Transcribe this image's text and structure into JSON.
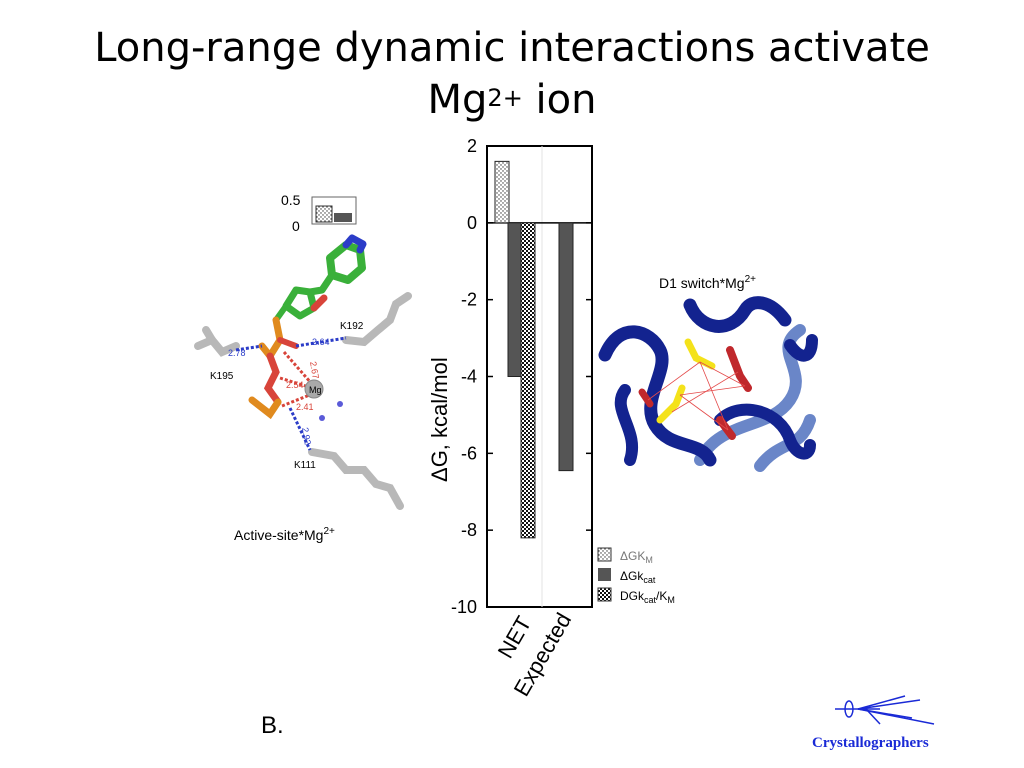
{
  "title": {
    "line1": "Long-range dynamic interactions activate",
    "line2_main": "Mg",
    "line2_sup": "2+",
    "line2_end": " ion"
  },
  "panel_letter": "B.",
  "brand": {
    "text": "Crystallographers",
    "color": "#1a2ad6"
  },
  "left_panel": {
    "label_main": "Active-site*Mg",
    "label_sup": "2+",
    "inset_ticks": [
      "0.5",
      "0"
    ],
    "residues": [
      "K195",
      "K192",
      "K111"
    ],
    "distances": [
      "2.78",
      "2.64",
      "2.67",
      "2.54",
      "2.41",
      "2.92"
    ],
    "ion": "Mg"
  },
  "right_panel": {
    "label_main": "D1 switch*Mg",
    "label_sup": "2+"
  },
  "chart_data": {
    "type": "bar",
    "categories": [
      "NET",
      "Expected"
    ],
    "ylabel": "ΔG, kcal/mol",
    "ylim": [
      -10,
      2
    ],
    "yticks": [
      "2",
      "0",
      "-2",
      "-4",
      "-6",
      "-8",
      "-10"
    ],
    "series": [
      {
        "name": "ΔGK",
        "sub": "M",
        "pattern": "dots",
        "values": [
          1.6,
          null
        ]
      },
      {
        "name": "ΔGk",
        "sub": "cat",
        "pattern": "solid",
        "values": [
          -4.0,
          -6.45
        ]
      },
      {
        "name": "DGk",
        "sub": "cat",
        "suffix": "/K",
        "sub2": "M",
        "pattern": "checker",
        "values": [
          -8.2,
          null
        ]
      }
    ],
    "colors": {
      "solid": "#555555",
      "legend_first": "#777777"
    }
  }
}
